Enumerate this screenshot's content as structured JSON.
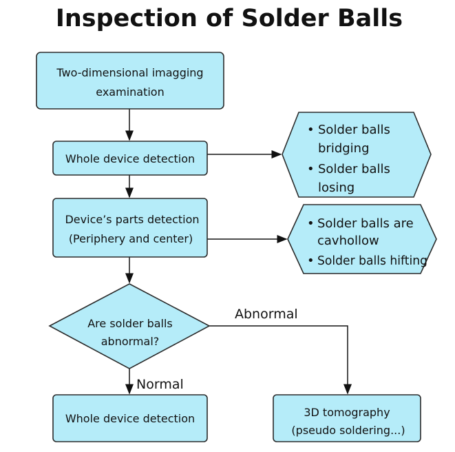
{
  "title": "Inspection of Solder Balls",
  "nodes": {
    "imaging": {
      "line1": "Two-dimensional imagging",
      "line2": "examination"
    },
    "whole_device_1": {
      "line1": "Whole device detection"
    },
    "parts": {
      "line1": "Device’s parts detection",
      "line2": "(Periphery and center)"
    },
    "decision": {
      "line1": "Are solder balls",
      "line2": "abnormal?"
    },
    "whole_device_2": {
      "line1": "Whole device detection"
    },
    "tomography": {
      "line1": "3D tomography",
      "line2": "(pseudo soldering...)"
    },
    "defects_1": {
      "items": [
        [
          "Solder balls",
          "bridging"
        ],
        [
          "Solder balls",
          "losing"
        ]
      ]
    },
    "defects_2": {
      "items": [
        [
          "Solder balls are",
          "cavhollow"
        ],
        [
          "Solder balls hifting"
        ]
      ]
    }
  },
  "edges": {
    "abnormal": "Abnormal",
    "normal": "Normal"
  },
  "colors": {
    "fill": "#b5ecf9",
    "stroke": "#2a2a2a"
  }
}
